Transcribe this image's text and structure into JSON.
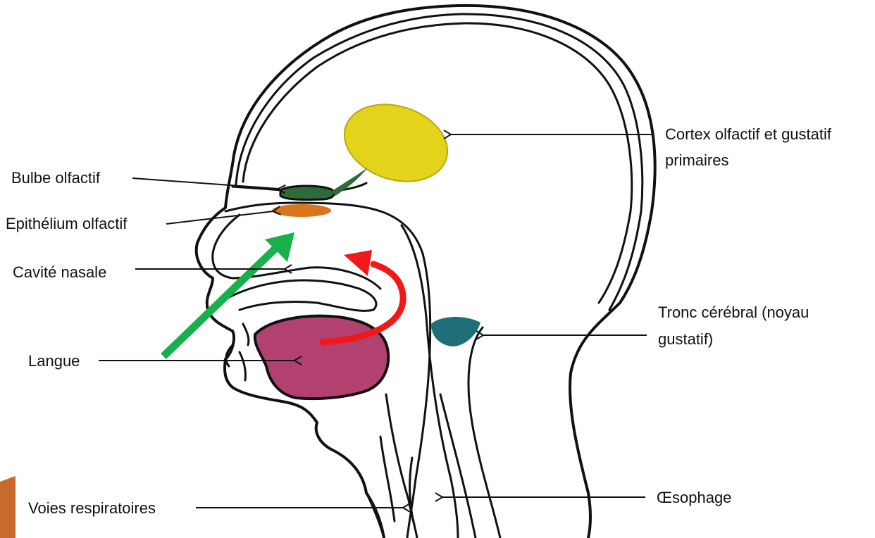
{
  "labels": {
    "cortex_line1": "Cortex olfactif et gustatif",
    "cortex_line2": "primaires",
    "bulbe": "Bulbe olfactif",
    "epithelium": "Epithélium olfactif",
    "cavite": "Cavité nasale",
    "tronc_line1": "Tronc cérébral (noyau",
    "tronc_line2": "gustatif)",
    "langue": "Langue",
    "oesophage": "Œsophage",
    "voies": "Voies respiratoires"
  },
  "colors": {
    "cortex": "#e3d31a",
    "bulbe": "#2e6b3a",
    "epithelium": "#d9751e",
    "tongue": "#b3416f",
    "brainstem": "#1f6f78",
    "green_arrow": "#18b04a",
    "red_arrow": "#f01818",
    "corner_tab": "#c86a2c"
  }
}
